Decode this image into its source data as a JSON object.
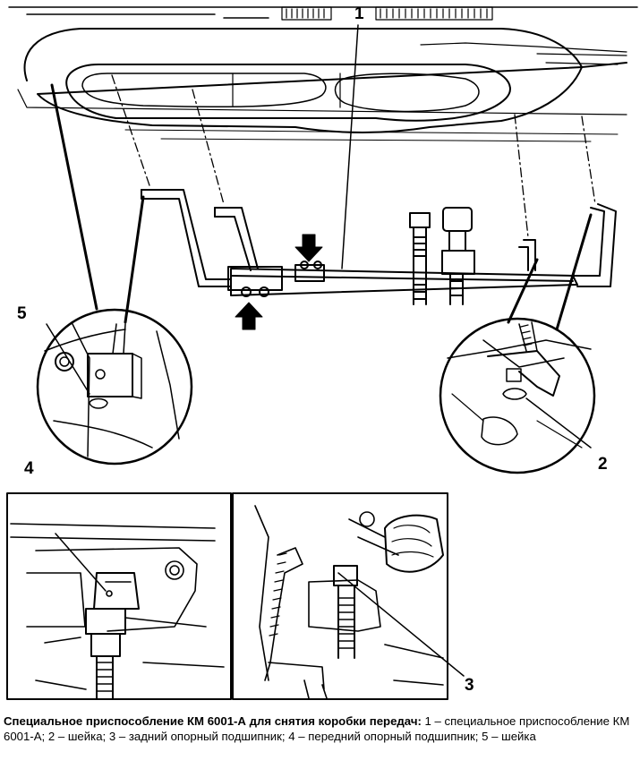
{
  "callouts": {
    "c1": "1",
    "c2": "2",
    "c3": "3",
    "c4": "4",
    "c5": "5"
  },
  "caption": {
    "title": "Специальное приспособление КМ 6001-А для снятия коробки передач:",
    "legend": "1 – специальное приспособление КМ 6001-А; 2 – шейка; 3 – задний опорный подшипник; 4 – передний опорный подшипник; 5 – шейка"
  },
  "colors": {
    "ink": "#000000",
    "paper": "#ffffff"
  }
}
